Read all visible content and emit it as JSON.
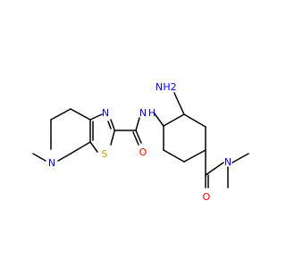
{
  "colors": {
    "carbon": "#000000",
    "nitrogen": "#0000ff",
    "oxygen": "#ff0000",
    "sulfur": "#b8a400",
    "background": "#ffffff"
  },
  "atoms": [
    {
      "id": "n_ring6",
      "label": "N",
      "element": "nitrogen"
    },
    {
      "id": "n_thiaz",
      "label": "N",
      "element": "nitrogen"
    },
    {
      "id": "s_thiaz",
      "label": "S",
      "element": "sulfur"
    },
    {
      "id": "o_amide1",
      "label": "O",
      "element": "oxygen"
    },
    {
      "id": "n_amide1",
      "label": "N",
      "element": "nitrogen"
    },
    {
      "id": "h_amide1",
      "label": "H",
      "element": "nitrogen"
    },
    {
      "id": "n_amino",
      "label": "N",
      "element": "nitrogen"
    },
    {
      "id": "h2_amino",
      "label": "H2",
      "element": "nitrogen"
    },
    {
      "id": "o_amide2",
      "label": "O",
      "element": "oxygen"
    },
    {
      "id": "n_amide2",
      "label": "N",
      "element": "nitrogen"
    }
  ]
}
